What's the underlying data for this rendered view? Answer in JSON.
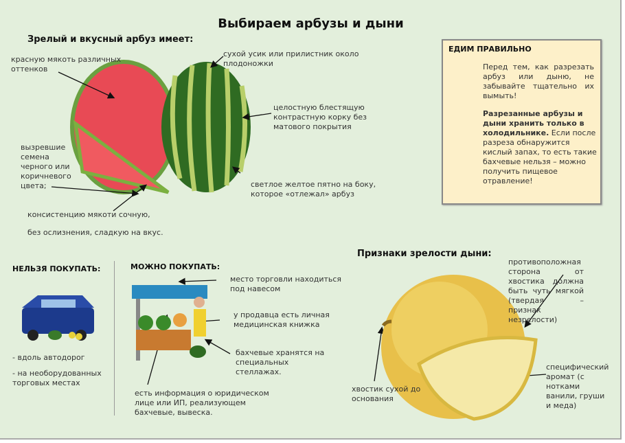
{
  "title": "Выбираем арбузы и дыни",
  "watermelon": {
    "heading": "Зрелый и вкусный арбуз имеет:",
    "notes": [
      "красную мякоть различных оттенков",
      "сухой усик или прилистник около плодоножки",
      "целостную блестящую контрастную корку без матового покрытия",
      "вызревшие семена черного или коричневого цвета;",
      "светлое желтое пятно на боку, которое «отлежал» арбуз",
      "консистенцию мякоти сочную,",
      "без ослизнения, сладкую на вкус."
    ]
  },
  "eat_right": {
    "heading": "ЕДИМ ПРАВИЛЬНО",
    "p1": "Перед тем, как разрезать арбуз или дыню, не забывайте тщательно их вымыть!",
    "p2_a": "Разрезанные арбузы и дыни хранить только в холодильнике.",
    "p2_b": " Если после разреза обнаружится кислый запах, то есть такие бахчевые нельзя – можно получить пищевое отравление!"
  },
  "no_buy": {
    "heading": "НЕЛЬЗЯ ПОКУПАТЬ:",
    "items": [
      "- вдоль автодорог",
      "- на необорудованных торговых местах"
    ]
  },
  "can_buy": {
    "heading": "МОЖНО ПОКУПАТЬ:",
    "items": [
      "место торговли находиться под навесом",
      "у продавца есть личная медицинская книжка",
      "бахчевые хранятся на специальных стеллажах.",
      "есть информация о юридическом лице или ИП, реализующем бахчевые, вывеска."
    ]
  },
  "melon": {
    "heading": "Признаки зрелости дыни:",
    "notes": [
      "противоположная сторона от хвостика должна быть чуть мягкой (твердая – признак незрелости)",
      "специфический аромат (с нотками ванили, груши и меда)",
      "хвостик сухой до основания"
    ]
  }
}
